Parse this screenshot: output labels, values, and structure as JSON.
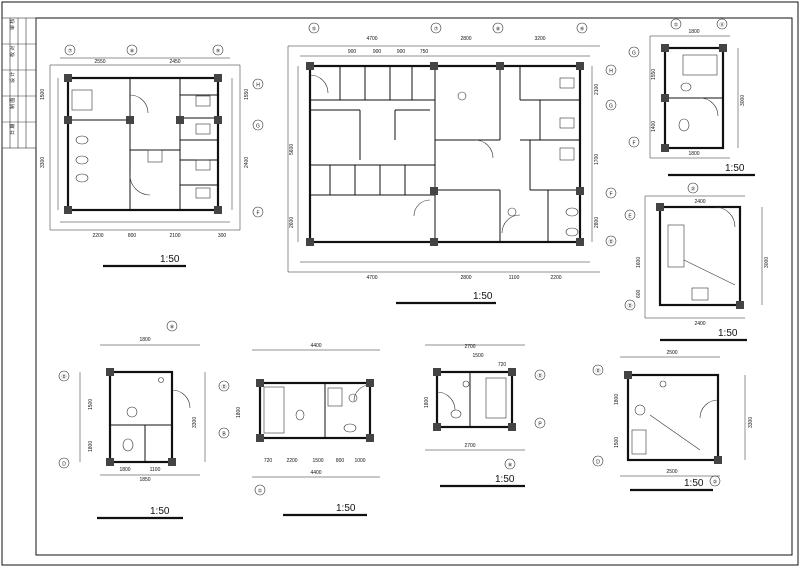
{
  "title_block": {
    "rows": [
      "审 核",
      "校 对",
      "设 计",
      "制 图",
      "日 期"
    ]
  },
  "scales": {
    "plan_a": "1:50",
    "plan_main": "1:50",
    "plan_tr": "1:50",
    "plan_r2": "1:50",
    "plan_b1": "1:50",
    "plan_b2": "1:50",
    "plan_b3": "1:50",
    "plan_b4": "1:50"
  },
  "axes": {
    "a_top": [
      "⑦",
      "⑧",
      "⑨"
    ],
    "a_right": [
      "H",
      "G",
      "F"
    ],
    "main_top": [
      "⑤",
      "⑦",
      "⑧",
      "⑨"
    ],
    "main_right": [
      "H",
      "G",
      "F",
      "Ⓓ"
    ],
    "tr_top": [
      "①",
      "Ⓐ"
    ],
    "tr_left": [
      "G",
      "F"
    ],
    "r2_top": "②",
    "r2_left": [
      "E",
      "Ⓓ"
    ],
    "b1_top": "⑧",
    "b1_left": [
      "Ⓓ",
      "D"
    ],
    "b2_left": [
      "Ⓓ",
      "B"
    ],
    "b2_bottom": "①",
    "b3_right": [
      "Ⓓ",
      "P"
    ],
    "b3_bottom": "⑧",
    "b4_left": [
      "Ⓓ",
      "D"
    ],
    "b4_bottom": "②"
  },
  "dims": {
    "a_top": [
      "2550",
      "2450"
    ],
    "a_bottom": [
      "2200",
      "800",
      "2100",
      "300"
    ],
    "a_left": [
      "1500",
      "3300"
    ],
    "a_right": [
      "1550",
      "2400"
    ],
    "main_top": [
      "4700",
      "2800",
      "3200"
    ],
    "main_top2": [
      "900",
      "900",
      "900",
      "750"
    ],
    "main_bottom": [
      "4700",
      "2800",
      "1100",
      "2200"
    ],
    "main_left": [
      "5600",
      "2600"
    ],
    "main_right": [
      "2100",
      "1700",
      "2800"
    ],
    "tr_top": "1800",
    "tr_bottom": "1800",
    "tr_left": [
      "1550",
      "1400"
    ],
    "tr_right": "3000",
    "r2_top": "2400",
    "r2_bottom": "2400",
    "r2_left": [
      "1600",
      "600"
    ],
    "r2_right": "3000",
    "b1_top": "1800",
    "b1_bottom": [
      "1800",
      "1850",
      "1100"
    ],
    "b1_left": [
      "1500",
      "1800"
    ],
    "b1_right": "3300",
    "b2_top": "4400",
    "b2_bottom": [
      "720",
      "2200",
      "1500",
      "800",
      "1000"
    ],
    "b2_bottom2": "4400",
    "b2_left": "1800",
    "b3_top": [
      "2700",
      "1500",
      "720"
    ],
    "b3_bottom": "2700",
    "b3_left": "1800",
    "b4_top": "2500",
    "b4_bottom": "2500",
    "b4_left": [
      "1800",
      "1500"
    ],
    "b4_right": "3300"
  },
  "colors": {
    "line": "#111111",
    "paper": "#ffffff"
  }
}
